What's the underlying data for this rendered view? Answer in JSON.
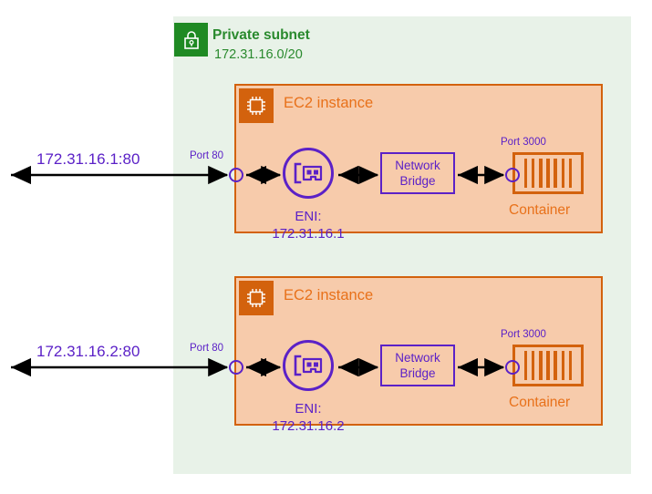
{
  "diagram": {
    "subnet": {
      "icon": "lock-icon",
      "title": "Private subnet",
      "cidr": "172.31.16.0/20",
      "color": "#2a8a2e",
      "fill": "#e8f2e8"
    },
    "colors": {
      "aws_orange": "#e8711a",
      "ec2_border": "#d3620d",
      "ec2_fill": "#f7cbab",
      "purple": "#5b21c7",
      "green": "#2a8a2e",
      "arrow": "#000000"
    },
    "instances": [
      {
        "icon": "cpu-chip-icon",
        "title": "EC2 instance",
        "endpoint_label": "172.31.16.1:80",
        "port_in_label": "Port 80",
        "eni": {
          "icon": "network-interface-icon",
          "label_line1": "ENI:",
          "label_line2": "172.31.16.1"
        },
        "bridge": {
          "line1": "Network",
          "line2": "Bridge"
        },
        "container": {
          "icon": "shipping-container-icon",
          "port_label": "Port 3000",
          "label": "Container",
          "stripes": 7
        }
      },
      {
        "icon": "cpu-chip-icon",
        "title": "EC2 instance",
        "endpoint_label": "172.31.16.2:80",
        "port_in_label": "Port 80",
        "eni": {
          "icon": "network-interface-icon",
          "label_line1": "ENI:",
          "label_line2": "172.31.16.2"
        },
        "bridge": {
          "line1": "Network",
          "line2": "Bridge"
        },
        "container": {
          "icon": "shipping-container-icon",
          "port_label": "Port 3000",
          "label": "Container",
          "stripes": 7
        }
      }
    ]
  }
}
